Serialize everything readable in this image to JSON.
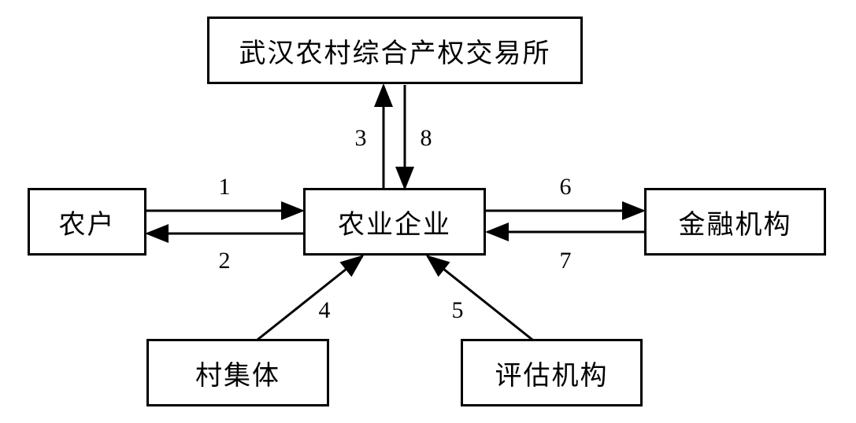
{
  "nodes": {
    "exchange": "武汉农村综合产权交易所",
    "farmers": "农户",
    "enterprise": "农业企业",
    "finance": "金融机构",
    "village": "村集体",
    "appraisal": "评估机构"
  },
  "edges": {
    "e1": "1",
    "e2": "2",
    "e3": "3",
    "e4": "4",
    "e5": "5",
    "e6": "6",
    "e7": "7",
    "e8": "8"
  }
}
